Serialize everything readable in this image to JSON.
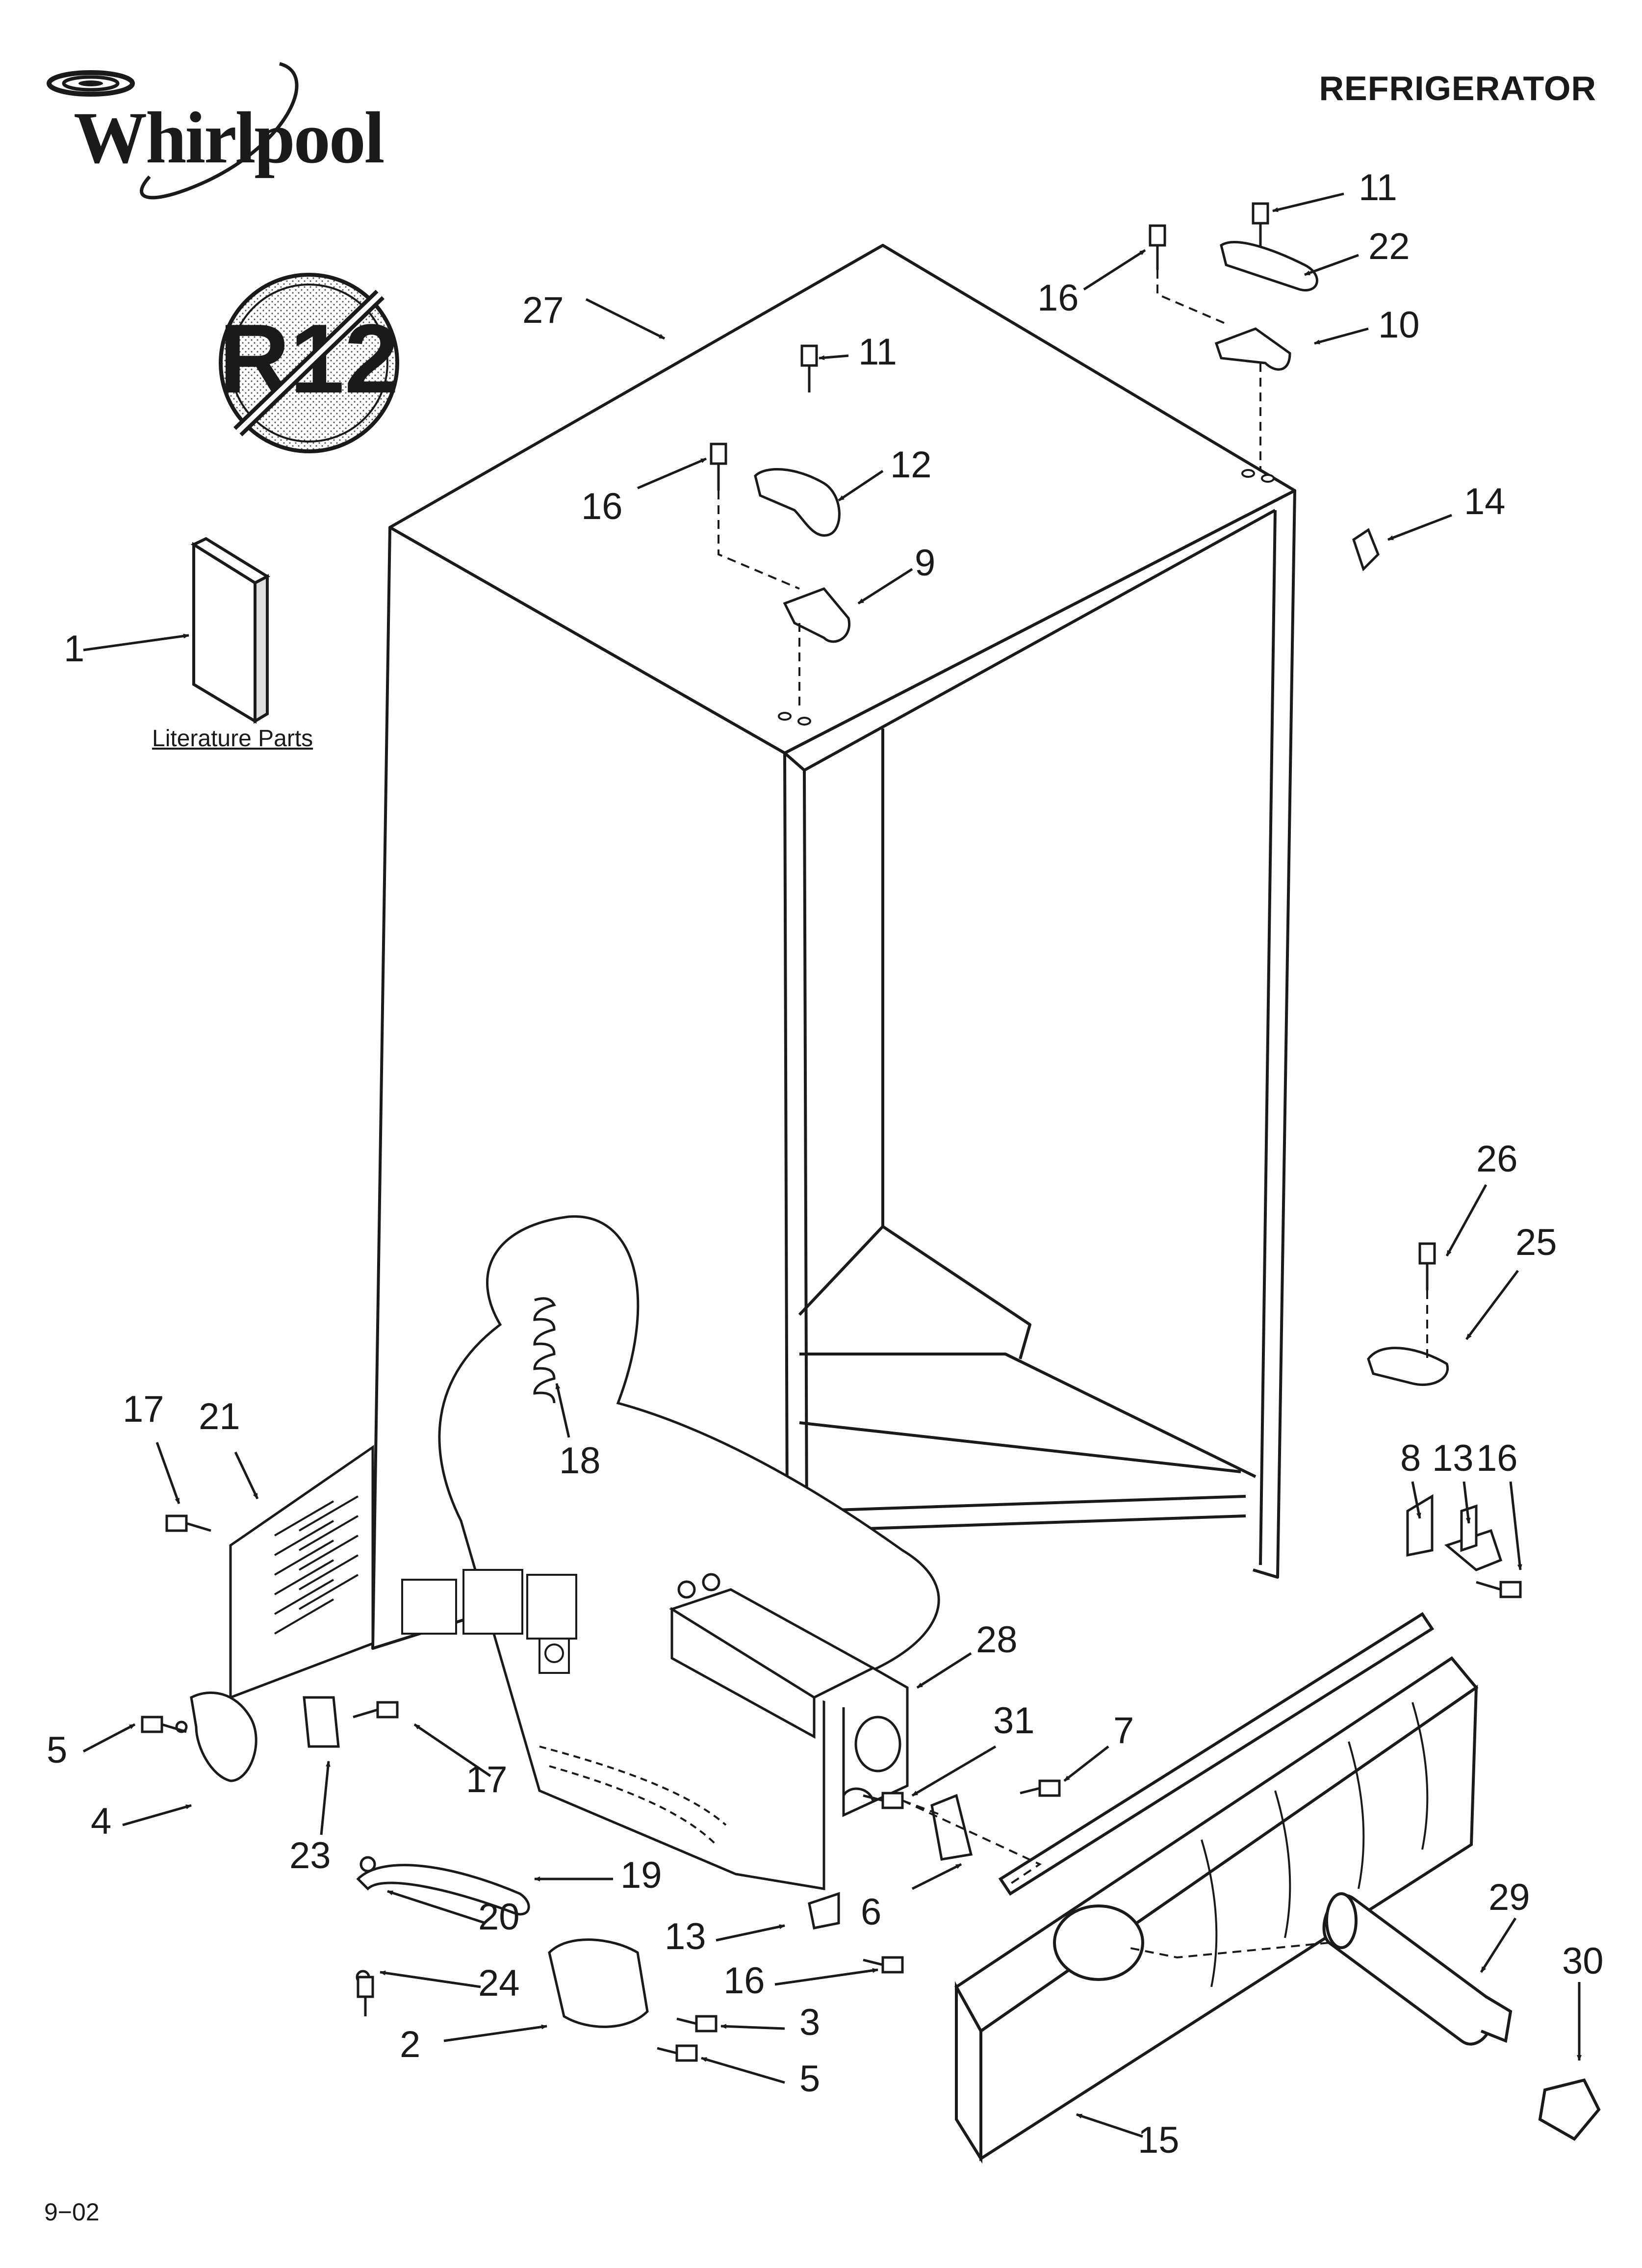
{
  "brand": {
    "name": "Whirlpool"
  },
  "header": {
    "title": "REFRIGERATOR"
  },
  "badge": {
    "text": "R12"
  },
  "literature": {
    "caption": "Literature Parts"
  },
  "footer": {
    "date_code": "9−02"
  },
  "callouts": [
    {
      "id": "c27",
      "label": "27"
    },
    {
      "id": "c11a",
      "label": "11"
    },
    {
      "id": "c16a",
      "label": "16"
    },
    {
      "id": "c12",
      "label": "12"
    },
    {
      "id": "c9",
      "label": "9"
    },
    {
      "id": "c11b",
      "label": "11"
    },
    {
      "id": "c16b",
      "label": "16"
    },
    {
      "id": "c22",
      "label": "22"
    },
    {
      "id": "c10",
      "label": "10"
    },
    {
      "id": "c14",
      "label": "14"
    },
    {
      "id": "c1",
      "label": "1"
    },
    {
      "id": "c26",
      "label": "26"
    },
    {
      "id": "c25",
      "label": "25"
    },
    {
      "id": "c8",
      "label": "8"
    },
    {
      "id": "c13a",
      "label": "13"
    },
    {
      "id": "c16c",
      "label": "16"
    },
    {
      "id": "c17a",
      "label": "17"
    },
    {
      "id": "c21",
      "label": "21"
    },
    {
      "id": "c18",
      "label": "18"
    },
    {
      "id": "c28",
      "label": "28"
    },
    {
      "id": "c31",
      "label": "31"
    },
    {
      "id": "c7",
      "label": "7"
    },
    {
      "id": "c5a",
      "label": "5"
    },
    {
      "id": "c4",
      "label": "4"
    },
    {
      "id": "c17b",
      "label": "17"
    },
    {
      "id": "c23",
      "label": "23"
    },
    {
      "id": "c19",
      "label": "19"
    },
    {
      "id": "c20",
      "label": "20"
    },
    {
      "id": "c6",
      "label": "6"
    },
    {
      "id": "c24",
      "label": "24"
    },
    {
      "id": "c13b",
      "label": "13"
    },
    {
      "id": "c16d",
      "label": "16"
    },
    {
      "id": "c29",
      "label": "29"
    },
    {
      "id": "c30",
      "label": "30"
    },
    {
      "id": "c2",
      "label": "2"
    },
    {
      "id": "c3",
      "label": "3"
    },
    {
      "id": "c5b",
      "label": "5"
    },
    {
      "id": "c15",
      "label": "15"
    }
  ]
}
